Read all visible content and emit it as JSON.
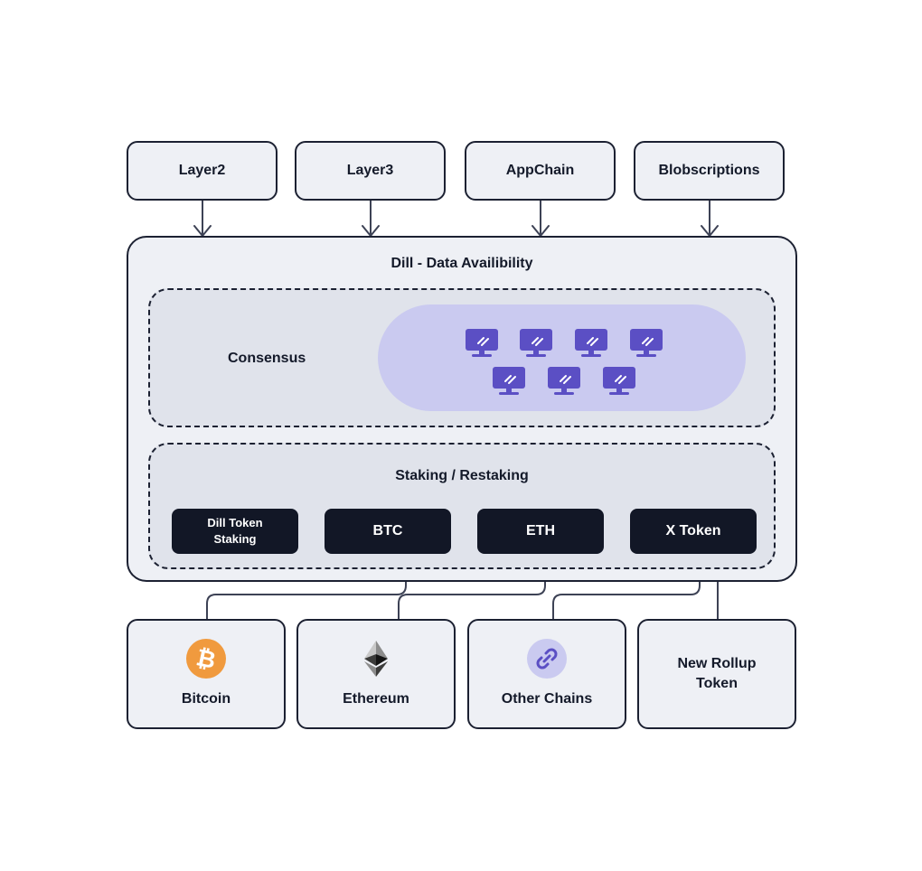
{
  "top_boxes": [
    {
      "label": "Layer2"
    },
    {
      "label": "Layer3"
    },
    {
      "label": "AppChain"
    },
    {
      "label": "Blobscriptions"
    }
  ],
  "main": {
    "title": "Dill - Data Availibility",
    "consensus": {
      "label": "Consensus",
      "node_count": 7,
      "node_icon": "monitor-icon"
    },
    "staking": {
      "title": "Staking / Restaking",
      "tokens": [
        {
          "label": "Dill Token Staking"
        },
        {
          "label": "BTC"
        },
        {
          "label": "ETH"
        },
        {
          "label": "X Token"
        }
      ]
    }
  },
  "sources": [
    {
      "label": "Bitcoin",
      "icon": "bitcoin-icon",
      "color": "#f09a3e"
    },
    {
      "label": "Ethereum",
      "icon": "ethereum-icon",
      "color": "#343434"
    },
    {
      "label": "Other Chains",
      "icon": "link-icon",
      "color": "#5b4fc4"
    },
    {
      "label": "New Rollup Token",
      "icon": "",
      "color": ""
    }
  ],
  "colors": {
    "accent": "#5b4fc4",
    "dark": "#121726",
    "panel": "#eef0f5",
    "pill": "#cacaf0"
  }
}
